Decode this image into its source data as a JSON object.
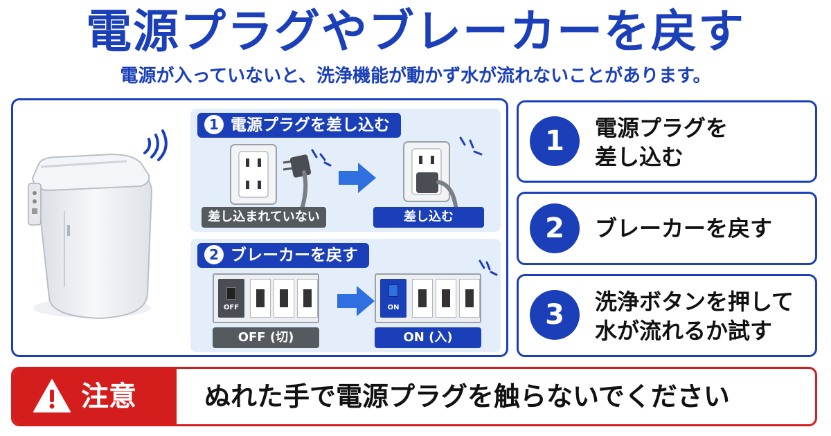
{
  "header": {
    "title": "電源プラグやブレーカーを戻す",
    "subtitle": "電源が入っていないと、洗浄機能が動かず水が流れないことがあります。"
  },
  "illustration": {
    "step1": {
      "num": "1",
      "heading": "電源プラグを差し込む",
      "before_label": "差し込まれていない",
      "after_label": "差し込む"
    },
    "step2": {
      "num": "2",
      "heading": "ブレーカーを戻す",
      "off_switch_text": "OFF",
      "on_switch_text": "ON",
      "before_label": "OFF (切)",
      "after_label": "ON (入)"
    }
  },
  "steps": [
    {
      "num": "1",
      "line1": "電源プラグを",
      "line2": "差し込む"
    },
    {
      "num": "2",
      "line1": "ブレーカーを戻す",
      "line2": ""
    },
    {
      "num": "3",
      "line1": "洗浄ボタンを押して",
      "line2": "水が流れるか試す"
    }
  ],
  "caution": {
    "tag": "注意",
    "text": "ぬれた手で電源プラグを触らないでください"
  },
  "colors": {
    "primary": "#1a3fb8",
    "light_panel": "#e4eefb",
    "warning": "#d41e1e",
    "label_gray": "#555a5f"
  },
  "icons": [
    "toilet-icon",
    "signal-waves-icon",
    "outlet-icon",
    "plug-icon",
    "arrow-right-icon",
    "breaker-icon",
    "warning-triangle-icon"
  ]
}
